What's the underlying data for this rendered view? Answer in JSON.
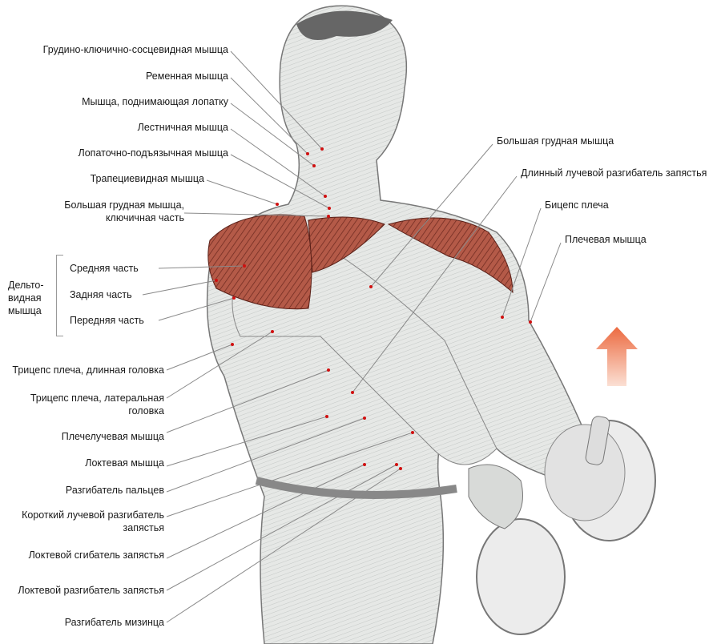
{
  "title": "Мышцы, задействованные при подъёме гантели",
  "left_labels": [
    "Грудино-ключично-сосцевидная мышца",
    "Ременная мышца",
    "Мышца, поднимающая лопатку",
    "Лестничная мышца",
    "Лопаточно-подъязычная мышца",
    "Трапециевидная мышца",
    "Большая грудная мышца,",
    "ключичная часть"
  ],
  "deltoid": {
    "group": [
      "Дельто-",
      "видная",
      "мышца"
    ],
    "parts": [
      "Средняя часть",
      "Задняя часть",
      "Передняя часть"
    ]
  },
  "arm_labels": [
    "Трицепс плеча, длинная головка",
    "Трицепс плеча, латеральная",
    "головка",
    "Плечелучевая мышца",
    "Локтевая мышца",
    "Разгибатель пальцев",
    "Короткий лучевой разгибатель",
    "запястья",
    "Локтевой сгибатель запястья",
    "Локтевой разгибатель запястья",
    "Разгибатель мизинца"
  ],
  "right_labels": [
    "Большая грудная мышца",
    "Длинный лучевой разгибатель запястья",
    "Бицепс плеча",
    "Плечевая мышца"
  ],
  "colors": {
    "muscle_highlight": "#a8493a",
    "arrow": "#f08a60",
    "leader": "#8a8a8a",
    "dot": "#d01010"
  }
}
